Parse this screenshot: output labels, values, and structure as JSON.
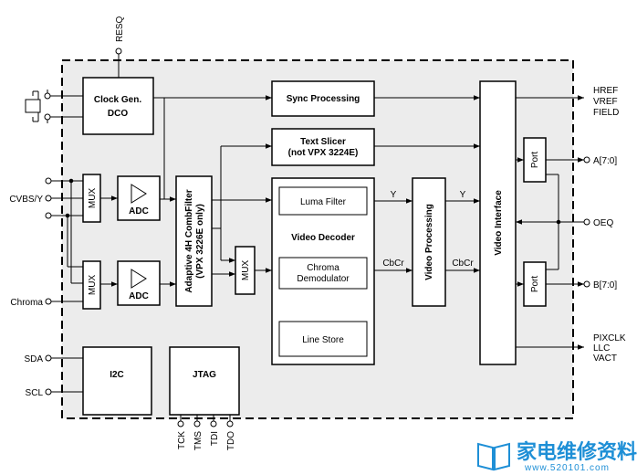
{
  "diagram": {
    "outer_pins": {
      "resq": "RESQ",
      "cvbs_y": "CVBS/Y",
      "chroma": "Chroma",
      "sda": "SDA",
      "scl": "SCL",
      "tck": "TCK",
      "tms": "TMS",
      "tdi": "TDI",
      "tdo": "TDO",
      "href": "HREF",
      "vref": "VREF",
      "field": "FIELD",
      "a70": "A[7:0]",
      "oeq": "OEQ",
      "b70": "B[7:0]",
      "pixclk": "PIXCLK",
      "llc": "LLC",
      "vact": "VACT"
    },
    "blocks": {
      "clock_gen_line1": "Clock Gen.",
      "clock_gen_line2": "DCO",
      "mux": "MUX",
      "adc": "ADC",
      "combfilter_line1": "Adaptive 4H CombFilter",
      "combfilter_line2": "(VPX 3226E only)",
      "sync_processing": "Sync Processing",
      "text_slicer_line1": "Text Slicer",
      "text_slicer_line2": "(not VPX 3224E)",
      "luma_filter": "Luma Filter",
      "video_decoder": "Video Decoder",
      "chroma_demod_line1": "Chroma",
      "chroma_demod_line2": "Demodulator",
      "line_store": "Line Store",
      "video_processing": "Video Processing",
      "video_interface": "Video Interface",
      "port": "Port",
      "i2c": "I2C",
      "jtag": "JTAG"
    },
    "signals": {
      "y": "Y",
      "cbcr": "CbCr"
    }
  },
  "watermark": {
    "text": "家电维修资料网",
    "url": "www.520101.com"
  }
}
